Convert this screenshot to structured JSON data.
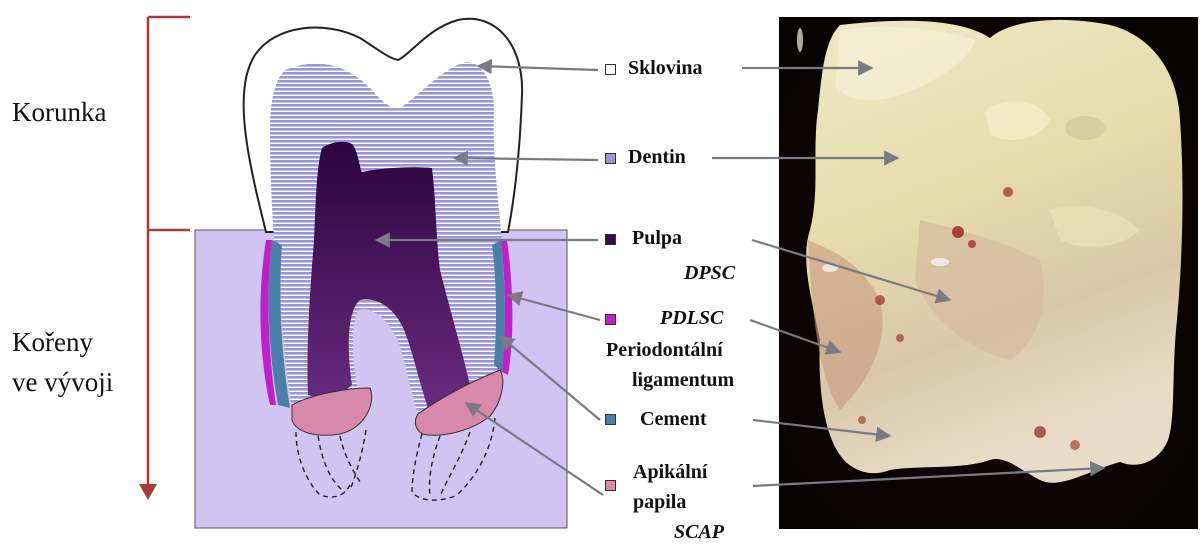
{
  "side_labels": {
    "crown": "Korunka",
    "roots_line1": "Kořeny",
    "roots_line2": "ve vývoji"
  },
  "legend": {
    "enamel": "Sklovina",
    "dentin": "Dentin",
    "pulp": "Pulpa",
    "dpsc": "DPSC",
    "pdlsc": "PDLSC",
    "pdl_line1": "Periodontální",
    "pdl_line2": "ligamentum",
    "cement": "Cement",
    "apical_line1": "Apikální",
    "apical_line2": "papila",
    "scap": "SCAP"
  },
  "colors": {
    "enamel": "#ffffff",
    "dentin": "#9b94e0",
    "pulp": "#3b0850",
    "pdl": "#c020c8",
    "cement": "#4a7fa8",
    "apical_papilla": "#d888a8",
    "bone_box": "#cfc4f2",
    "bracket": "#a83a3a",
    "arrow": "#7a7a82"
  }
}
